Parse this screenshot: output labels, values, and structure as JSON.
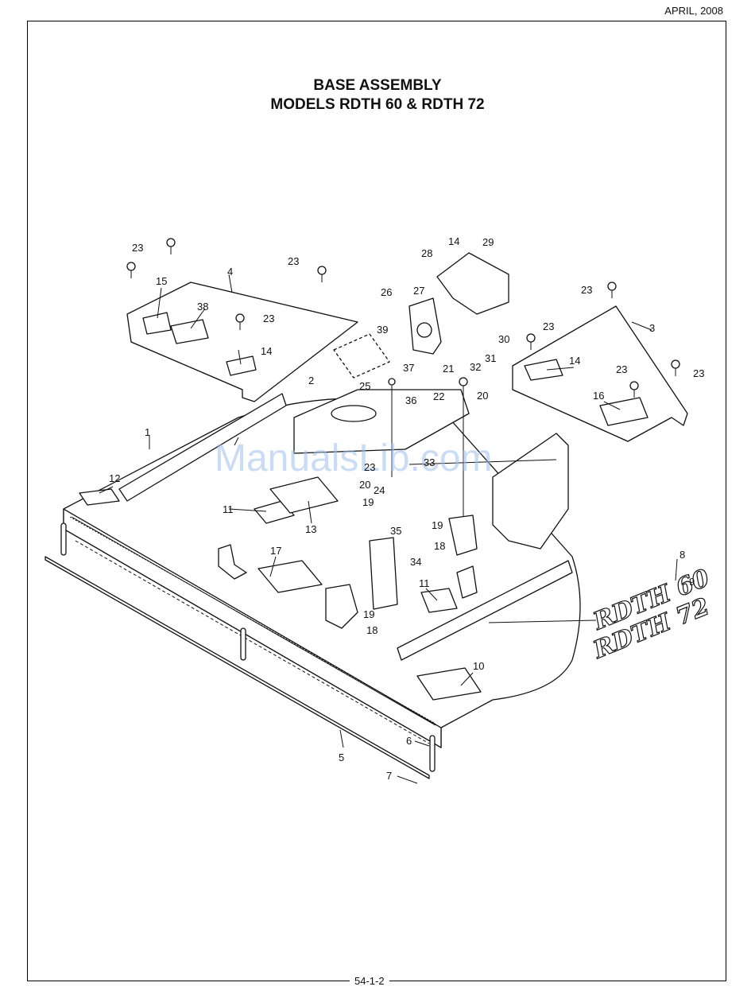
{
  "header": {
    "date": "APRIL, 2008"
  },
  "title": {
    "line1": "BASE ASSEMBLY",
    "line2": "MODELS RDTH 60 & RDTH 72"
  },
  "footer": {
    "page_number": "54-1-2"
  },
  "watermark": "ManualsLib.com",
  "model_logos": [
    "RDTH 60",
    "RDTH 72"
  ],
  "callouts": [
    {
      "n": "1"
    },
    {
      "n": "2"
    },
    {
      "n": "3"
    },
    {
      "n": "4"
    },
    {
      "n": "5"
    },
    {
      "n": "6"
    },
    {
      "n": "7"
    },
    {
      "n": "8"
    },
    {
      "n": "9"
    },
    {
      "n": "10"
    },
    {
      "n": "11"
    },
    {
      "n": "11"
    },
    {
      "n": "12"
    },
    {
      "n": "13"
    },
    {
      "n": "14"
    },
    {
      "n": "14"
    },
    {
      "n": "14"
    },
    {
      "n": "15"
    },
    {
      "n": "16"
    },
    {
      "n": "17"
    },
    {
      "n": "18"
    },
    {
      "n": "18"
    },
    {
      "n": "19"
    },
    {
      "n": "19"
    },
    {
      "n": "19"
    },
    {
      "n": "20"
    },
    {
      "n": "20"
    },
    {
      "n": "21"
    },
    {
      "n": "22"
    },
    {
      "n": "23"
    },
    {
      "n": "23"
    },
    {
      "n": "23"
    },
    {
      "n": "23"
    },
    {
      "n": "23"
    },
    {
      "n": "23"
    },
    {
      "n": "23"
    },
    {
      "n": "23"
    },
    {
      "n": "24"
    },
    {
      "n": "25"
    },
    {
      "n": "26"
    },
    {
      "n": "27"
    },
    {
      "n": "28"
    },
    {
      "n": "29"
    },
    {
      "n": "30"
    },
    {
      "n": "31"
    },
    {
      "n": "32"
    },
    {
      "n": "33"
    },
    {
      "n": "34"
    },
    {
      "n": "35"
    },
    {
      "n": "36"
    },
    {
      "n": "37"
    },
    {
      "n": "38"
    },
    {
      "n": "39"
    }
  ]
}
